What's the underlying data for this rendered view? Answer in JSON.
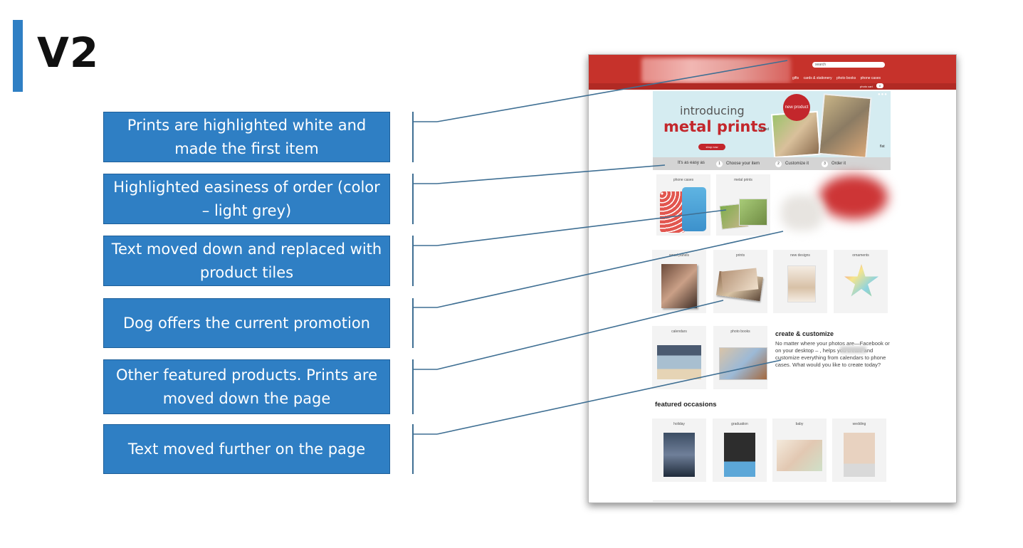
{
  "slide": {
    "title": "V2"
  },
  "annotations": [
    {
      "text": "Prints are highlighted white and made the first item"
    },
    {
      "text": "Highlighted easiness of order (color – light grey)"
    },
    {
      "text": "Text moved down and replaced with product tiles"
    },
    {
      "text": "Dog offers the current promotion"
    },
    {
      "text": "Other featured products. Prints are moved down the page"
    },
    {
      "text": "Text moved further on the page"
    }
  ],
  "mockup": {
    "search_placeholder": "search",
    "nav": [
      "gifts",
      "cards & stationery",
      "photo books",
      "phone cases"
    ],
    "cart_label": "photo cart",
    "cart_count": "0",
    "banner": {
      "intro": "introducing",
      "headline": "metal prints",
      "badge": "new product",
      "shop_button": "shop now",
      "label_curved": "curved",
      "label_flat": "flat"
    },
    "steps": {
      "lead": "It's as easy as",
      "items": [
        {
          "num": "1",
          "label": "Choose your item"
        },
        {
          "num": "2",
          "label": "Customize it"
        },
        {
          "num": "3",
          "label": "Order it"
        }
      ]
    },
    "tiles_row1": [
      "phone cases",
      "metal prints"
    ],
    "tiles_row2": [
      "wood panels",
      "prints",
      "new designs",
      "ornaments"
    ],
    "tiles_row3": [
      "calendars",
      "photo books"
    ],
    "create": {
      "title": "create & customize",
      "body": "No matter where your photos are—Facebook or on your desktop – , helps you create and customize everything from calendars to phone cases. What would you like to create today?"
    },
    "featured_title": "featured occasions",
    "occasions": [
      "holiday",
      "graduation",
      "baby",
      "wedding"
    ]
  },
  "colors": {
    "accent_blue": "#2f7fc4",
    "header_red": "#c6322b",
    "step_grey": "#d4d4d4",
    "tile_bg": "#f3f3f3"
  }
}
